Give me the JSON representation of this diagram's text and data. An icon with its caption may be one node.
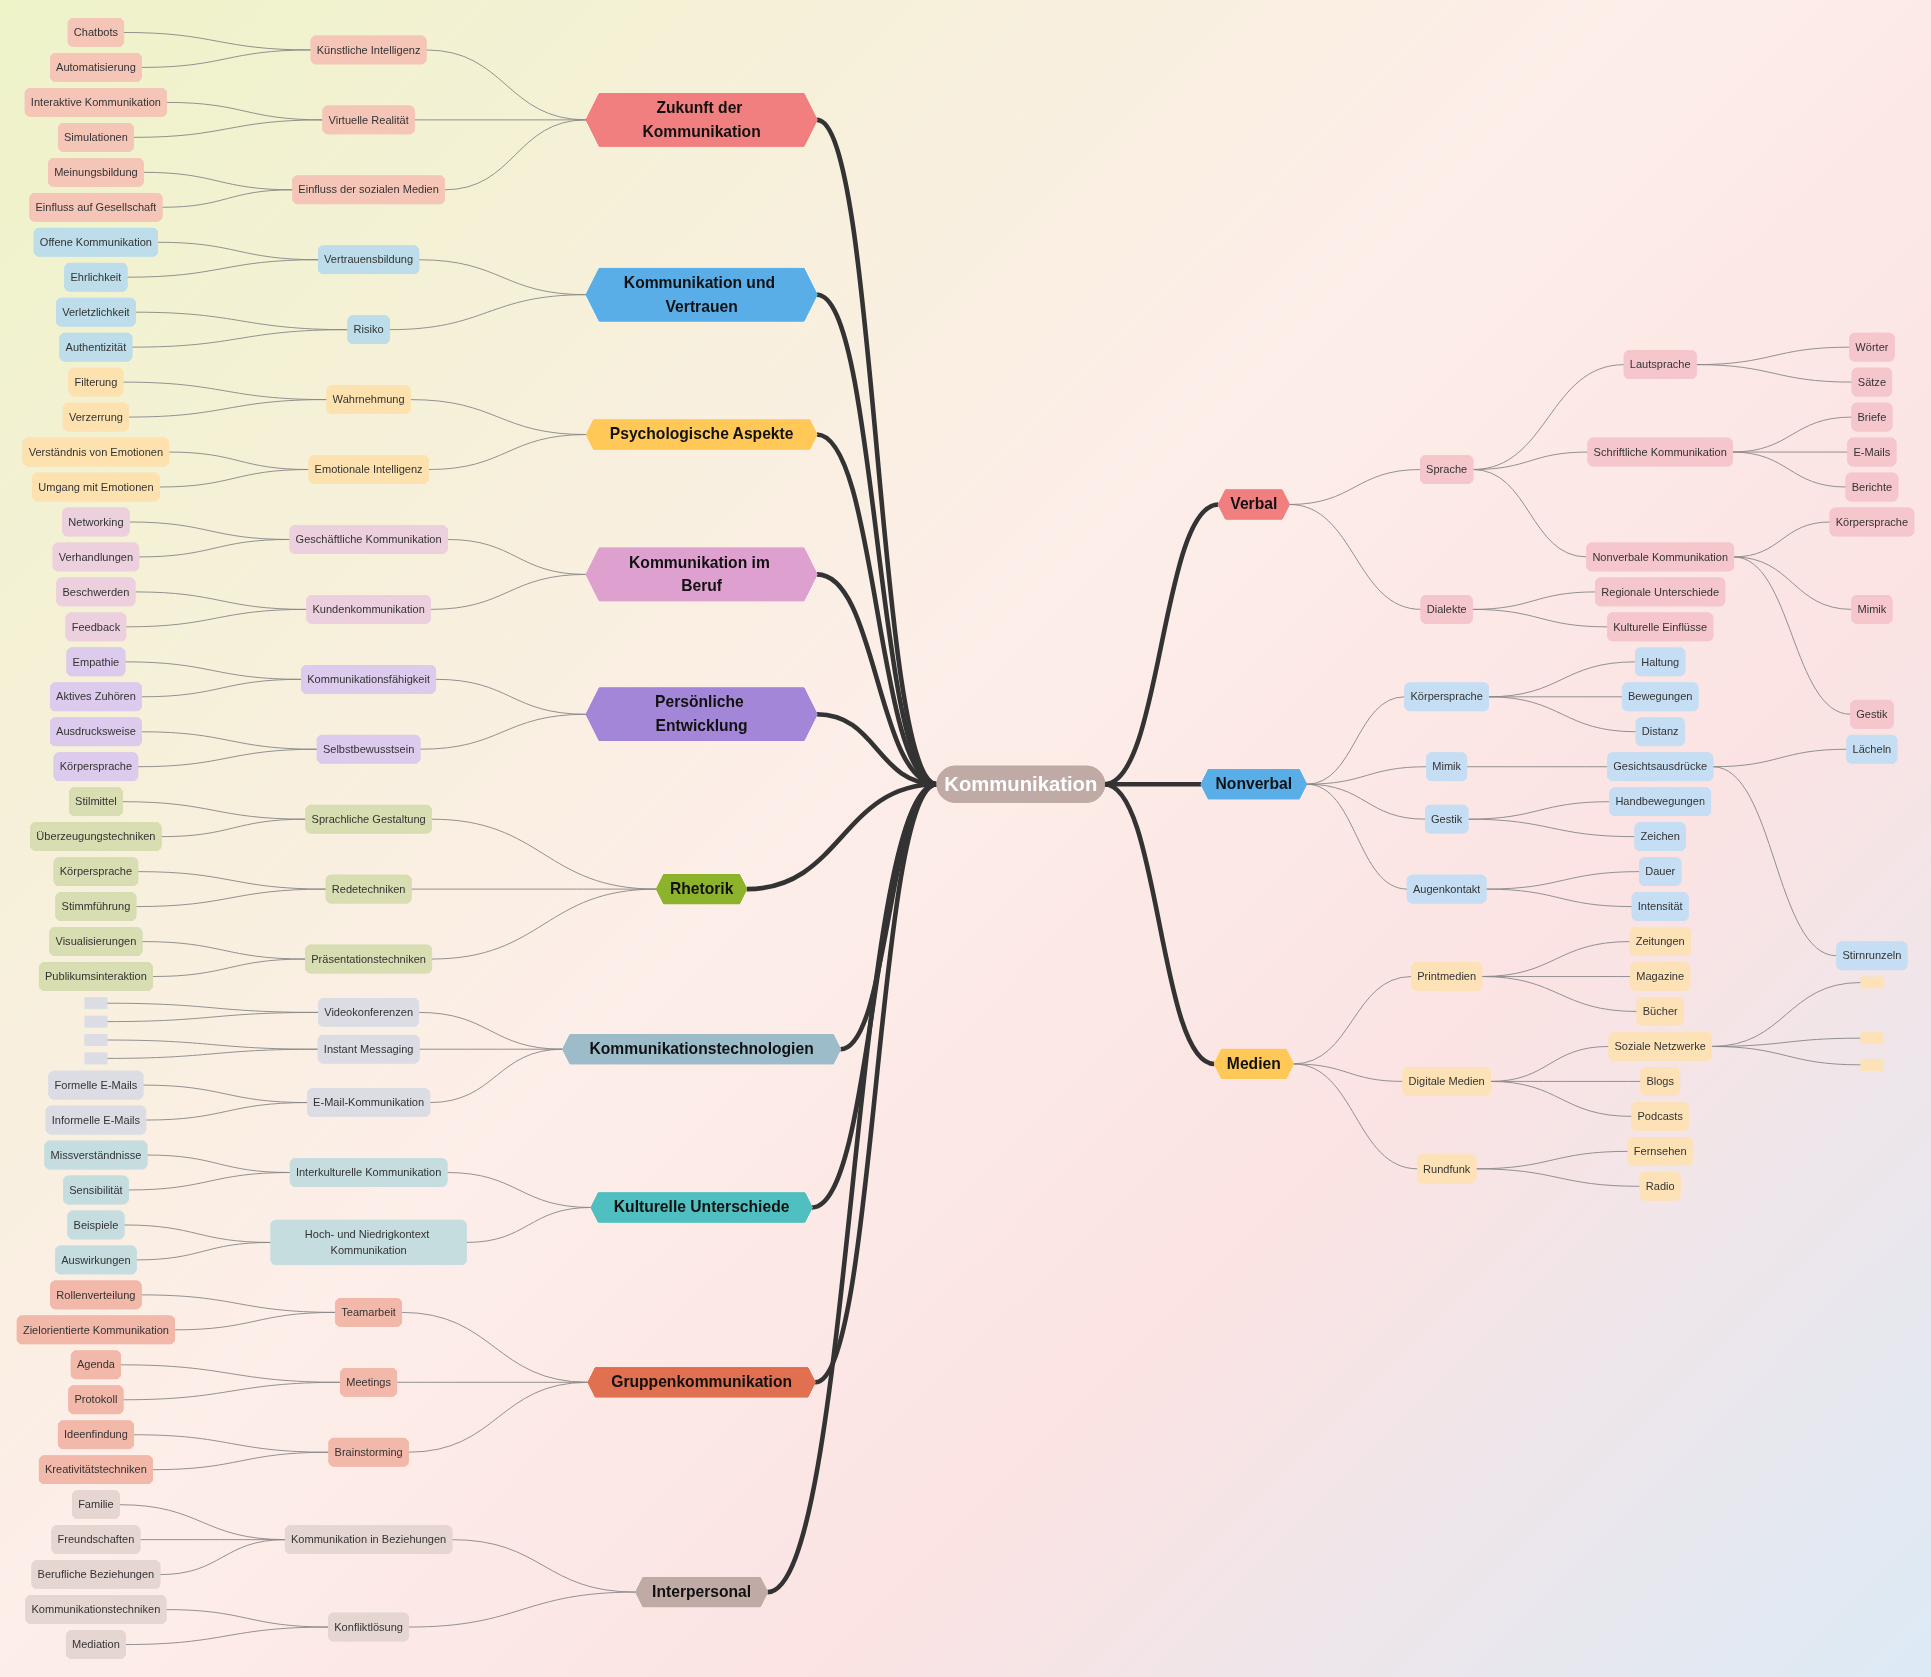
{
  "diagram": {
    "nodes": [
      {
        "text": [
          "Kommunikation"
        ]
      },
      {
        "text": [
          "Zukunft der Kommunikation"
        ]
      },
      {
        "text": [
          "Künstliche Intelligenz"
        ]
      },
      {
        "text": [
          "Chatbots"
        ]
      },
      {
        "text": [
          "Automatisierung"
        ]
      },
      {
        "text": [
          "Virtuelle Realität"
        ]
      },
      {
        "text": [
          "Interaktive Kommunikation"
        ]
      },
      {
        "text": [
          "Simulationen"
        ]
      },
      {
        "text": [
          "Einfluss der sozialen Medien"
        ]
      },
      {
        "text": [
          "Meinungsbildung"
        ]
      },
      {
        "text": [
          "Einfluss auf Gesellschaft"
        ]
      },
      {
        "text": [
          "Kommunikation und Vertrauen"
        ]
      },
      {
        "text": [
          "Vertrauensbildung"
        ]
      },
      {
        "text": [
          "Offene Kommunikation"
        ]
      },
      {
        "text": [
          "Ehrlichkeit"
        ]
      },
      {
        "text": [
          "Risiko"
        ]
      },
      {
        "text": [
          "Verletzlichkeit"
        ]
      },
      {
        "text": [
          "Authentizität"
        ]
      },
      {
        "text": [
          "Psychologische Aspekte"
        ]
      },
      {
        "text": [
          "Wahrnehmung"
        ]
      },
      {
        "text": [
          "Filterung"
        ]
      },
      {
        "text": [
          "Verzerrung"
        ]
      },
      {
        "text": [
          "Emotionale Intelligenz"
        ]
      },
      {
        "text": [
          "Verständnis von Emotionen"
        ]
      },
      {
        "text": [
          "Umgang mit Emotionen"
        ]
      },
      {
        "text": [
          "Kommunikation im Beruf"
        ]
      },
      {
        "text": [
          "Geschäftliche Kommunikation"
        ]
      },
      {
        "text": [
          "Networking"
        ]
      },
      {
        "text": [
          "Verhandlungen"
        ]
      },
      {
        "text": [
          "Kundenkommunikation"
        ]
      },
      {
        "text": [
          "Beschwerden"
        ]
      },
      {
        "text": [
          "Feedback"
        ]
      },
      {
        "text": [
          "Persönliche Entwicklung"
        ]
      },
      {
        "text": [
          "Kommunikationsfähigkeit"
        ]
      },
      {
        "text": [
          "Empathie"
        ]
      },
      {
        "text": [
          "Aktives Zuhören"
        ]
      },
      {
        "text": [
          "Selbstbewusstsein"
        ]
      },
      {
        "text": [
          "Ausdrucksweise"
        ]
      },
      {
        "text": [
          "Körpersprache"
        ]
      },
      {
        "text": [
          "Rhetorik"
        ]
      },
      {
        "text": [
          "Sprachliche Gestaltung"
        ]
      },
      {
        "text": [
          "Stilmittel"
        ]
      },
      {
        "text": [
          "Überzeugungstechniken"
        ]
      },
      {
        "text": [
          "Redetechniken"
        ]
      },
      {
        "text": [
          "Körpersprache"
        ]
      },
      {
        "text": [
          "Stimmführung"
        ]
      },
      {
        "text": [
          "Präsentationstechniken"
        ]
      },
      {
        "text": [
          "Visualisierungen"
        ]
      },
      {
        "text": [
          "Publikumsinteraktion"
        ]
      },
      {
        "text": [
          "Kommunikationstechnologien"
        ]
      },
      {
        "text": [
          "Videokonferenzen"
        ]
      },
      {
        "text": [],
        "shape": "box"
      },
      {
        "text": [],
        "shape": "box"
      },
      {
        "text": [
          "Instant Messaging"
        ]
      },
      {
        "text": [],
        "shape": "box"
      },
      {
        "text": [],
        "shape": "box"
      },
      {
        "text": [
          "E-Mail-Kommunikation"
        ]
      },
      {
        "text": [
          "Formelle E-Mails"
        ]
      },
      {
        "text": [
          "Informelle E-Mails"
        ]
      },
      {
        "text": [
          "Kulturelle Unterschiede"
        ]
      },
      {
        "text": [
          "Interkulturelle Kommunikation"
        ]
      },
      {
        "text": [
          "Missverständnisse"
        ]
      },
      {
        "text": [
          "Sensibilität"
        ]
      },
      {
        "text": [
          "Hoch- und Niedrigkontext Kommunikation"
        ]
      },
      {
        "text": [
          "Beispiele"
        ]
      },
      {
        "text": [
          "Auswirkungen"
        ]
      },
      {
        "text": [
          "Gruppenkommunikation"
        ]
      },
      {
        "text": [
          "Teamarbeit"
        ]
      },
      {
        "text": [
          "Rollenverteilung"
        ]
      },
      {
        "text": [
          "Zielorientierte Kommunikation"
        ]
      },
      {
        "text": [
          "Meetings"
        ]
      },
      {
        "text": [
          "Agenda"
        ]
      },
      {
        "text": [
          "Protokoll"
        ]
      },
      {
        "text": [
          "Brainstorming"
        ]
      },
      {
        "text": [
          "Ideenfindung"
        ]
      },
      {
        "text": [
          "Kreativitätstechniken"
        ]
      },
      {
        "text": [
          "Interpersonal"
        ]
      },
      {
        "text": [
          "Kommunikation in Beziehungen"
        ]
      },
      {
        "text": [
          "Familie"
        ]
      },
      {
        "text": [
          "Freundschaften"
        ]
      },
      {
        "text": [
          "Berufliche Beziehungen"
        ]
      },
      {
        "text": [
          "Konfliktlösung"
        ]
      },
      {
        "text": [
          "Kommunikationstechniken"
        ]
      },
      {
        "text": [
          "Mediation"
        ]
      },
      {
        "text": [
          "Verbal"
        ]
      },
      {
        "text": [
          "Sprache"
        ]
      },
      {
        "text": [
          "Lautsprache"
        ]
      },
      {
        "text": [
          "Wörter"
        ]
      },
      {
        "text": [
          "Sätze"
        ]
      },
      {
        "text": [
          "Schriftliche Kommunikation"
        ]
      },
      {
        "text": [
          "Briefe"
        ]
      },
      {
        "text": [
          "E-Mails"
        ]
      },
      {
        "text": [
          "Berichte"
        ]
      },
      {
        "text": [
          "Nonverbale Kommunikation"
        ]
      },
      {
        "text": [
          "Körpersprache"
        ]
      },
      {
        "text": [
          "Mimik"
        ]
      },
      {
        "text": [
          "Gestik"
        ]
      },
      {
        "text": [
          "Dialekte"
        ]
      },
      {
        "text": [
          "Regionale Unterschiede"
        ]
      },
      {
        "text": [
          "Kulturelle Einflüsse"
        ]
      },
      {
        "text": [
          "Nonverbal"
        ]
      },
      {
        "text": [
          "Körpersprache"
        ]
      },
      {
        "text": [
          "Haltung"
        ]
      },
      {
        "text": [
          "Bewegungen"
        ]
      },
      {
        "text": [
          "Distanz"
        ]
      },
      {
        "text": [
          "Mimik"
        ]
      },
      {
        "text": [
          "Gesichtsausdrücke"
        ]
      },
      {
        "text": [
          "Lächeln"
        ]
      },
      {
        "text": [
          "Stirnrunzeln"
        ]
      },
      {
        "text": [
          "Gestik"
        ]
      },
      {
        "text": [
          "Handbewegungen"
        ]
      },
      {
        "text": [
          "Zeichen"
        ]
      },
      {
        "text": [
          "Augenkontakt"
        ]
      },
      {
        "text": [
          "Dauer"
        ]
      },
      {
        "text": [
          "Intensität"
        ]
      },
      {
        "text": [
          "Medien"
        ]
      },
      {
        "text": [
          "Printmedien"
        ]
      },
      {
        "text": [
          "Zeitungen"
        ]
      },
      {
        "text": [
          "Magazine"
        ]
      },
      {
        "text": [
          "Bücher"
        ]
      },
      {
        "text": [
          "Digitale Medien"
        ]
      },
      {
        "text": [
          "Soziale Netzwerke"
        ]
      },
      {
        "text": [],
        "shape": "box"
      },
      {
        "text": [],
        "shape": "box"
      },
      {
        "text": [],
        "shape": "box"
      },
      {
        "text": [
          "Blogs"
        ]
      },
      {
        "text": [
          "Podcasts"
        ]
      },
      {
        "text": [
          "Rundfunk"
        ]
      },
      {
        "text": [
          "Fernsehen"
        ]
      },
      {
        "text": [
          "Radio"
        ]
      }
    ],
    "edges": [
      {
        "from": 1,
        "to": 0,
        "arrow": "none",
        "style": "thick",
        "color": "#333333"
      },
      {
        "from": 2,
        "to": 1,
        "arrow": "none"
      },
      {
        "from": 3,
        "to": 2,
        "arrow": "none"
      },
      {
        "from": 4,
        "to": 2,
        "arrow": "none"
      },
      {
        "from": 5,
        "to": 1,
        "arrow": "none"
      },
      {
        "from": 6,
        "to": 5,
        "arrow": "none"
      },
      {
        "from": 7,
        "to": 5,
        "arrow": "none"
      },
      {
        "from": 8,
        "to": 1,
        "arrow": "none"
      },
      {
        "from": 9,
        "to": 8,
        "arrow": "none"
      },
      {
        "from": 10,
        "to": 8,
        "arrow": "none"
      },
      {
        "from": 11,
        "to": 0,
        "arrow": "none",
        "style": "thick",
        "color": "#333333"
      },
      {
        "from": 12,
        "to": 11,
        "arrow": "none"
      },
      {
        "from": 13,
        "to": 12,
        "arrow": "none"
      },
      {
        "from": 14,
        "to": 12,
        "arrow": "none"
      },
      {
        "from": 15,
        "to": 11,
        "arrow": "none"
      },
      {
        "from": 16,
        "to": 15,
        "arrow": "none"
      },
      {
        "from": 17,
        "to": 15,
        "arrow": "none"
      },
      {
        "from": 18,
        "to": 0,
        "arrow": "none",
        "style": "thick",
        "color": "#333333"
      },
      {
        "from": 19,
        "to": 18,
        "arrow": "none"
      },
      {
        "from": 20,
        "to": 19,
        "arrow": "none"
      },
      {
        "from": 21,
        "to": 19,
        "arrow": "none"
      },
      {
        "from": 22,
        "to": 18,
        "arrow": "none"
      },
      {
        "from": 23,
        "to": 22,
        "arrow": "none"
      },
      {
        "from": 24,
        "to": 22,
        "arrow": "none"
      },
      {
        "from": 25,
        "to": 0,
        "arrow": "none",
        "style": "thick",
        "color": "#333333"
      },
      {
        "from": 26,
        "to": 25,
        "arrow": "none"
      },
      {
        "from": 27,
        "to": 26,
        "arrow": "none"
      },
      {
        "from": 28,
        "to": 26,
        "arrow": "none"
      },
      {
        "from": 29,
        "to": 25,
        "arrow": "none"
      },
      {
        "from": 30,
        "to": 29,
        "arrow": "none"
      },
      {
        "from": 31,
        "to": 29,
        "arrow": "none"
      },
      {
        "from": 32,
        "to": 0,
        "arrow": "none",
        "style": "thick",
        "color": "#333333"
      },
      {
        "from": 33,
        "to": 32,
        "arrow": "none"
      },
      {
        "from": 34,
        "to": 33,
        "arrow": "none"
      },
      {
        "from": 35,
        "to": 33,
        "arrow": "none"
      },
      {
        "from": 36,
        "to": 32,
        "arrow": "none"
      },
      {
        "from": 37,
        "to": 36,
        "arrow": "none"
      },
      {
        "from": 38,
        "to": 36,
        "arrow": "none"
      },
      {
        "from": 39,
        "to": 0,
        "arrow": "none",
        "style": "thick",
        "color": "#333333"
      },
      {
        "from": 40,
        "to": 39,
        "arrow": "none"
      },
      {
        "from": 41,
        "to": 40,
        "arrow": "none"
      },
      {
        "from": 42,
        "to": 40,
        "arrow": "none"
      },
      {
        "from": 43,
        "to": 39,
        "arrow": "none"
      },
      {
        "from": 44,
        "to": 43,
        "arrow": "none"
      },
      {
        "from": 45,
        "to": 43,
        "arrow": "none"
      },
      {
        "from": 46,
        "to": 39,
        "arrow": "none"
      },
      {
        "from": 47,
        "to": 46,
        "arrow": "none"
      },
      {
        "from": 48,
        "to": 46,
        "arrow": "none"
      },
      {
        "from": 49,
        "to": 0,
        "arrow": "none",
        "style": "thick",
        "color": "#333333"
      },
      {
        "from": 50,
        "to": 49,
        "arrow": "none"
      },
      {
        "from": 51,
        "to": 50,
        "arrow": "none"
      },
      {
        "from": 52,
        "to": 50,
        "arrow": "none"
      },
      {
        "from": 53,
        "to": 49,
        "arrow": "none"
      },
      {
        "from": 54,
        "to": 53,
        "arrow": "none"
      },
      {
        "from": 55,
        "to": 53,
        "arrow": "none"
      },
      {
        "from": 56,
        "to": 49,
        "arrow": "none"
      },
      {
        "from": 57,
        "to": 56,
        "arrow": "none"
      },
      {
        "from": 58,
        "to": 56,
        "arrow": "none"
      },
      {
        "from": 59,
        "to": 0,
        "arrow": "none",
        "style": "thick",
        "color": "#333333"
      },
      {
        "from": 60,
        "to": 59,
        "arrow": "none"
      },
      {
        "from": 61,
        "to": 60,
        "arrow": "none"
      },
      {
        "from": 62,
        "to": 60,
        "arrow": "none"
      },
      {
        "from": 63,
        "to": 59,
        "arrow": "none"
      },
      {
        "from": 64,
        "to": 63,
        "arrow": "none"
      },
      {
        "from": 65,
        "to": 63,
        "arrow": "none"
      },
      {
        "from": 66,
        "to": 0,
        "arrow": "none",
        "style": "thick",
        "color": "#333333"
      },
      {
        "from": 67,
        "to": 66,
        "arrow": "none"
      },
      {
        "from": 68,
        "to": 67,
        "arrow": "none"
      },
      {
        "from": 69,
        "to": 67,
        "arrow": "none"
      },
      {
        "from": 70,
        "to": 66,
        "arrow": "none"
      },
      {
        "from": 71,
        "to": 70,
        "arrow": "none"
      },
      {
        "from": 72,
        "to": 70,
        "arrow": "none"
      },
      {
        "from": 73,
        "to": 66,
        "arrow": "none"
      },
      {
        "from": 74,
        "to": 73,
        "arrow": "none"
      },
      {
        "from": 75,
        "to": 73,
        "arrow": "none"
      },
      {
        "from": 76,
        "to": 0,
        "arrow": "none",
        "style": "thick",
        "color": "#333333"
      },
      {
        "from": 77,
        "to": 76,
        "arrow": "none"
      },
      {
        "from": 78,
        "to": 77,
        "arrow": "none"
      },
      {
        "from": 79,
        "to": 77,
        "arrow": "none"
      },
      {
        "from": 80,
        "to": 77,
        "arrow": "none"
      },
      {
        "from": 81,
        "to": 76,
        "arrow": "none"
      },
      {
        "from": 82,
        "to": 81,
        "arrow": "none"
      },
      {
        "from": 83,
        "to": 81,
        "arrow": "none"
      },
      {
        "from": 0,
        "to": 84,
        "arrow": "none",
        "style": "thick",
        "color": "#333333"
      },
      {
        "from": 84,
        "to": 85,
        "arrow": "none"
      },
      {
        "from": 85,
        "to": 86,
        "arrow": "none"
      },
      {
        "from": 86,
        "to": 87,
        "arrow": "none"
      },
      {
        "from": 86,
        "to": 88,
        "arrow": "none"
      },
      {
        "from": 85,
        "to": 89,
        "arrow": "none"
      },
      {
        "from": 89,
        "to": 90,
        "arrow": "none"
      },
      {
        "from": 89,
        "to": 91,
        "arrow": "none"
      },
      {
        "from": 89,
        "to": 92,
        "arrow": "none"
      },
      {
        "from": 85,
        "to": 93,
        "arrow": "none"
      },
      {
        "from": 93,
        "to": 94,
        "arrow": "none"
      },
      {
        "from": 93,
        "to": 95,
        "arrow": "none"
      },
      {
        "from": 93,
        "to": 96,
        "arrow": "none"
      },
      {
        "from": 84,
        "to": 97,
        "arrow": "none"
      },
      {
        "from": 97,
        "to": 98,
        "arrow": "none"
      },
      {
        "from": 97,
        "to": 99,
        "arrow": "none"
      },
      {
        "from": 0,
        "to": 100,
        "arrow": "none",
        "style": "thick",
        "color": "#333333"
      },
      {
        "from": 100,
        "to": 101,
        "arrow": "none"
      },
      {
        "from": 101,
        "to": 102,
        "arrow": "none"
      },
      {
        "from": 101,
        "to": 103,
        "arrow": "none"
      },
      {
        "from": 101,
        "to": 104,
        "arrow": "none"
      },
      {
        "from": 100,
        "to": 105,
        "arrow": "none"
      },
      {
        "from": 105,
        "to": 106,
        "arrow": "none"
      },
      {
        "from": 106,
        "to": 107,
        "arrow": "none"
      },
      {
        "from": 106,
        "to": 108,
        "arrow": "none"
      },
      {
        "from": 100,
        "to": 109,
        "arrow": "none"
      },
      {
        "from": 109,
        "to": 110,
        "arrow": "none"
      },
      {
        "from": 109,
        "to": 111,
        "arrow": "none"
      },
      {
        "from": 100,
        "to": 112,
        "arrow": "none"
      },
      {
        "from": 112,
        "to": 113,
        "arrow": "none"
      },
      {
        "from": 112,
        "to": 114,
        "arrow": "none"
      },
      {
        "from": 0,
        "to": 115,
        "arrow": "none",
        "style": "thick",
        "color": "#333333"
      },
      {
        "from": 115,
        "to": 116,
        "arrow": "none"
      },
      {
        "from": 116,
        "to": 117,
        "arrow": "none"
      },
      {
        "from": 116,
        "to": 118,
        "arrow": "none"
      },
      {
        "from": 116,
        "to": 119,
        "arrow": "none"
      },
      {
        "from": 115,
        "to": 120,
        "arrow": "none"
      },
      {
        "from": 120,
        "to": 121,
        "arrow": "none"
      },
      {
        "from": 121,
        "to": 122,
        "arrow": "none"
      },
      {
        "from": 121,
        "to": 123,
        "arrow": "none"
      },
      {
        "from": 121,
        "to": 124,
        "arrow": "none"
      },
      {
        "from": 120,
        "to": 125,
        "arrow": "none"
      },
      {
        "from": 120,
        "to": 126,
        "arrow": "none"
      },
      {
        "from": 115,
        "to": 127,
        "arrow": "none"
      },
      {
        "from": 127,
        "to": 128,
        "arrow": "none"
      },
      {
        "from": 127,
        "to": 129,
        "arrow": "none"
      }
    ]
  }
}
